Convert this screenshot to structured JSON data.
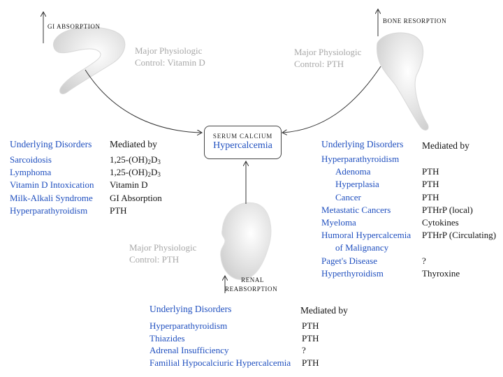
{
  "organs": {
    "gi": {
      "label": "GI ABSORPTION",
      "control_line1": "Major Physiologic",
      "control_line2": "Control: Vitamin D"
    },
    "bone": {
      "label": "BONE RESORPTION",
      "control_line1": "Major Physiologic",
      "control_line2": "Control: PTH"
    },
    "renal": {
      "label_line1": "RENAL",
      "label_line2": "REABSORPTION",
      "control_line1": "Major Physiologic",
      "control_line2": "Control: PTH"
    }
  },
  "center": {
    "title": "SERUM CALCIUM",
    "subtitle": "Hypercalcemia"
  },
  "left_table": {
    "header_disorders": "Underlying Disorders",
    "header_mediated": "Mediated by",
    "rows": [
      {
        "disorder": "Sarcoidosis",
        "med_prefix": "1,25-(OH)",
        "med_sub1": "2",
        "med_mid": "D",
        "med_sub2": "3"
      },
      {
        "disorder": "Lymphoma",
        "med_prefix": "1,25-(OH)",
        "med_sub1": "2",
        "med_mid": "D",
        "med_sub2": "3"
      },
      {
        "disorder": "Vitamin D Intoxication",
        "mediator": "Vitamin D"
      },
      {
        "disorder": "Milk-Alkali Syndrome",
        "mediator": "GI Absorption"
      },
      {
        "disorder": "Hyperparathyroidism",
        "mediator": "PTH"
      }
    ]
  },
  "right_table": {
    "header_disorders": "Underlying Disorders",
    "header_mediated": "Mediated by",
    "rows": [
      {
        "disorder": "Hyperparathyroidism",
        "mediator": ""
      },
      {
        "disorder": "Adenoma",
        "mediator": "PTH"
      },
      {
        "disorder": "Hyperplasia",
        "mediator": "PTH"
      },
      {
        "disorder": "Cancer",
        "mediator": "PTH"
      },
      {
        "disorder": "Metastatic Cancers",
        "mediator": "PTHrP (local)"
      },
      {
        "disorder": "Myeloma",
        "mediator": "Cytokines"
      },
      {
        "disorder": "Humoral Hypercalcemia",
        "mediator": "PTHrP (Circulating)"
      },
      {
        "disorder": "of Malignancy",
        "mediator": ""
      },
      {
        "disorder": "Paget's Disease",
        "mediator": "?"
      },
      {
        "disorder": "Hyperthyroidism",
        "mediator": "Thyroxine"
      }
    ]
  },
  "bottom_table": {
    "header_disorders": "Underlying Disorders",
    "header_mediated": "Mediated by",
    "rows": [
      {
        "disorder": "Hyperparathyroidism",
        "mediator": "PTH"
      },
      {
        "disorder": "Thiazides",
        "mediator": "PTH"
      },
      {
        "disorder": "Adrenal Insufficiency",
        "mediator": "?"
      },
      {
        "disorder": "Familial Hypocalciuric Hypercalcemia",
        "mediator": "PTH"
      }
    ]
  },
  "colors": {
    "disorder_text": "#1f4fbf",
    "control_text": "#a8a8a8",
    "organ_fill": "#e6e6e6"
  }
}
